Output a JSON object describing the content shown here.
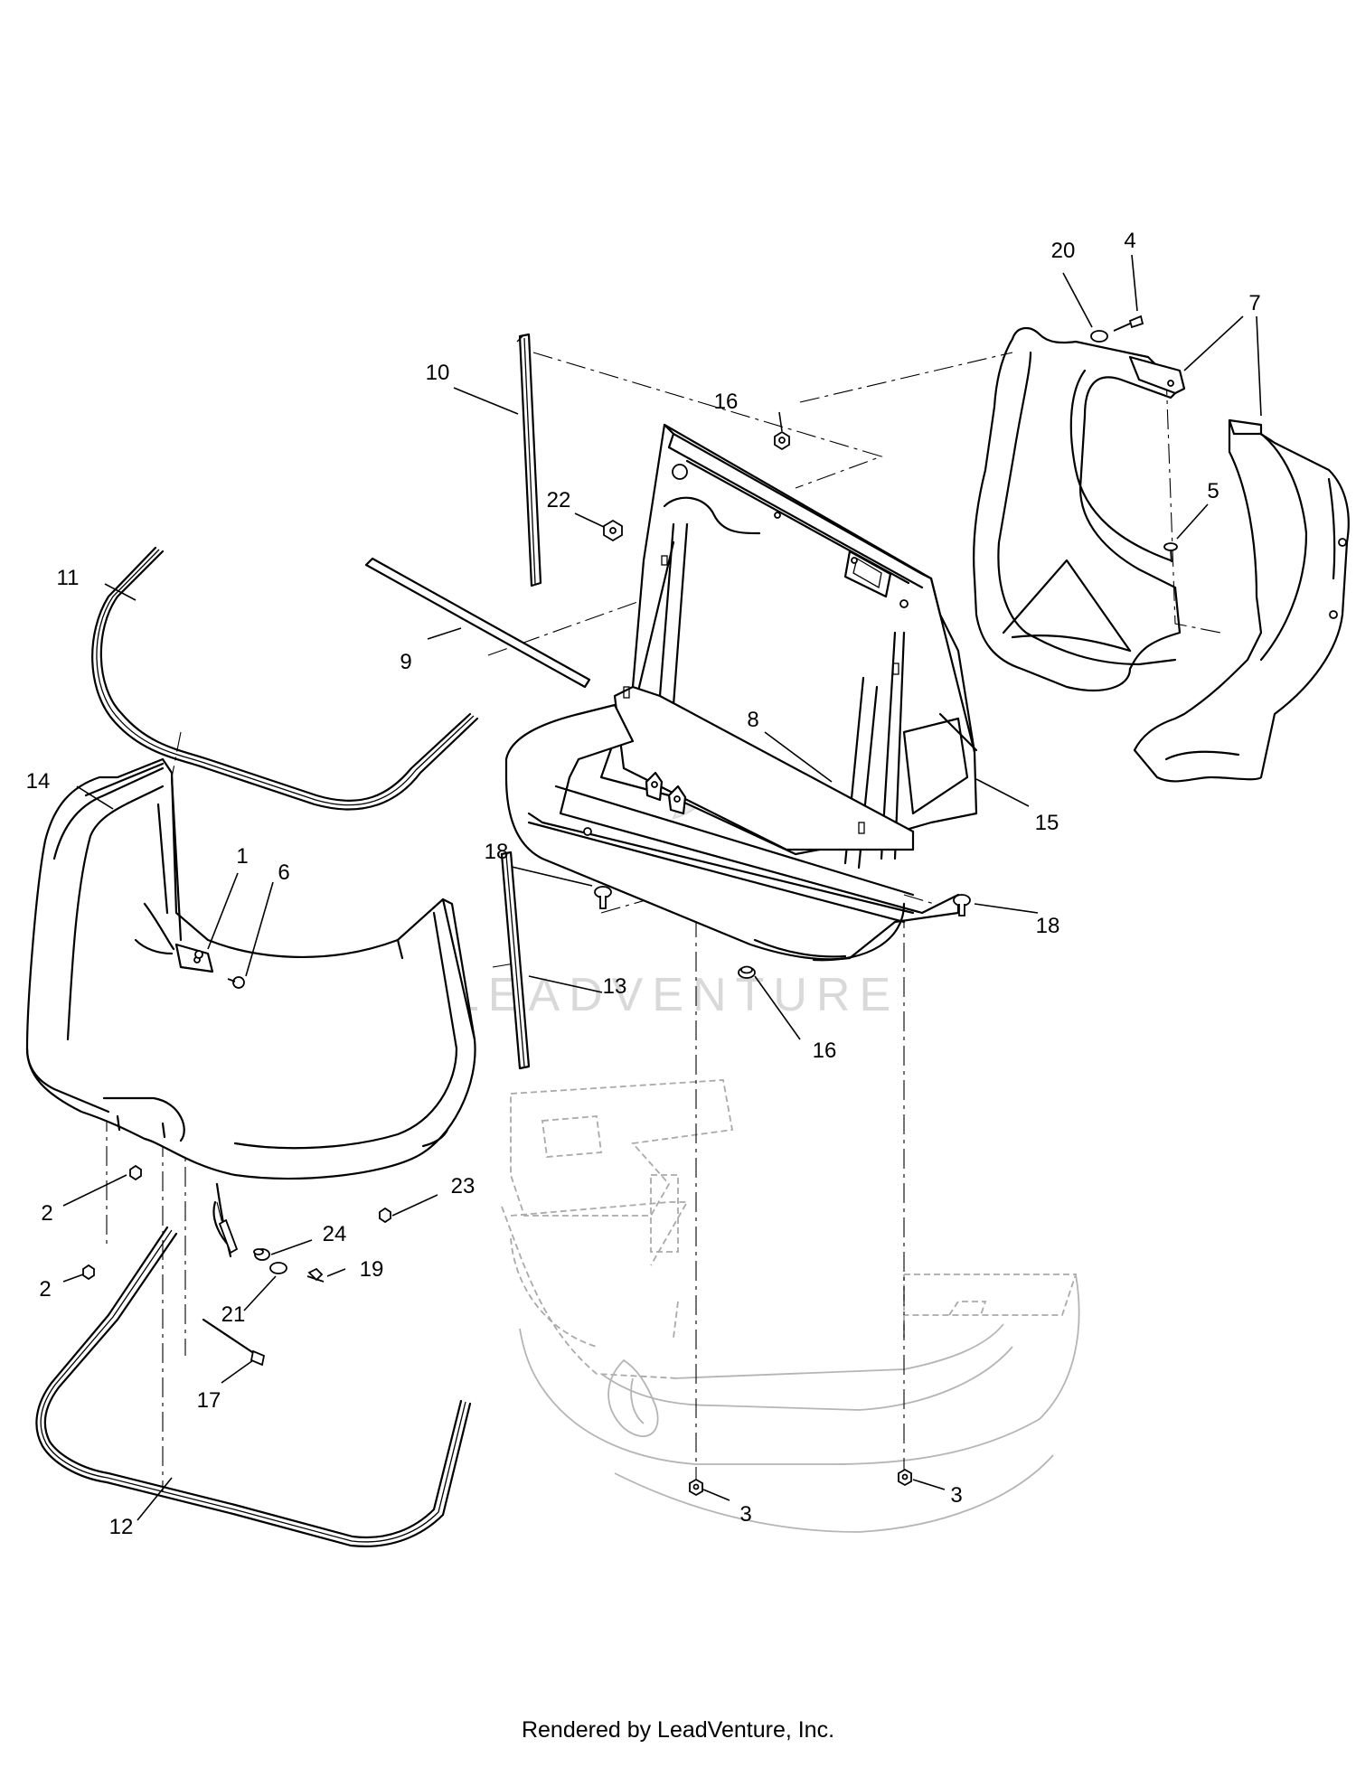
{
  "watermark": {
    "text": "LEADVENTURE"
  },
  "footer": {
    "text": "Rendered by LeadVenture, Inc."
  },
  "callouts": {
    "c1": "1",
    "c2a": "2",
    "c2b": "2",
    "c3a": "3",
    "c3b": "3",
    "c4": "4",
    "c5": "5",
    "c6": "6",
    "c7": "7",
    "c8": "8",
    "c9": "9",
    "c10": "10",
    "c11": "11",
    "c12": "12",
    "c13": "13",
    "c14": "14",
    "c15": "15",
    "c16a": "16",
    "c16b": "16",
    "c17": "17",
    "c18a": "18",
    "c18b": "18",
    "c19": "19",
    "c20": "20",
    "c21": "21",
    "c22": "22",
    "c23": "23",
    "c24": "24"
  }
}
